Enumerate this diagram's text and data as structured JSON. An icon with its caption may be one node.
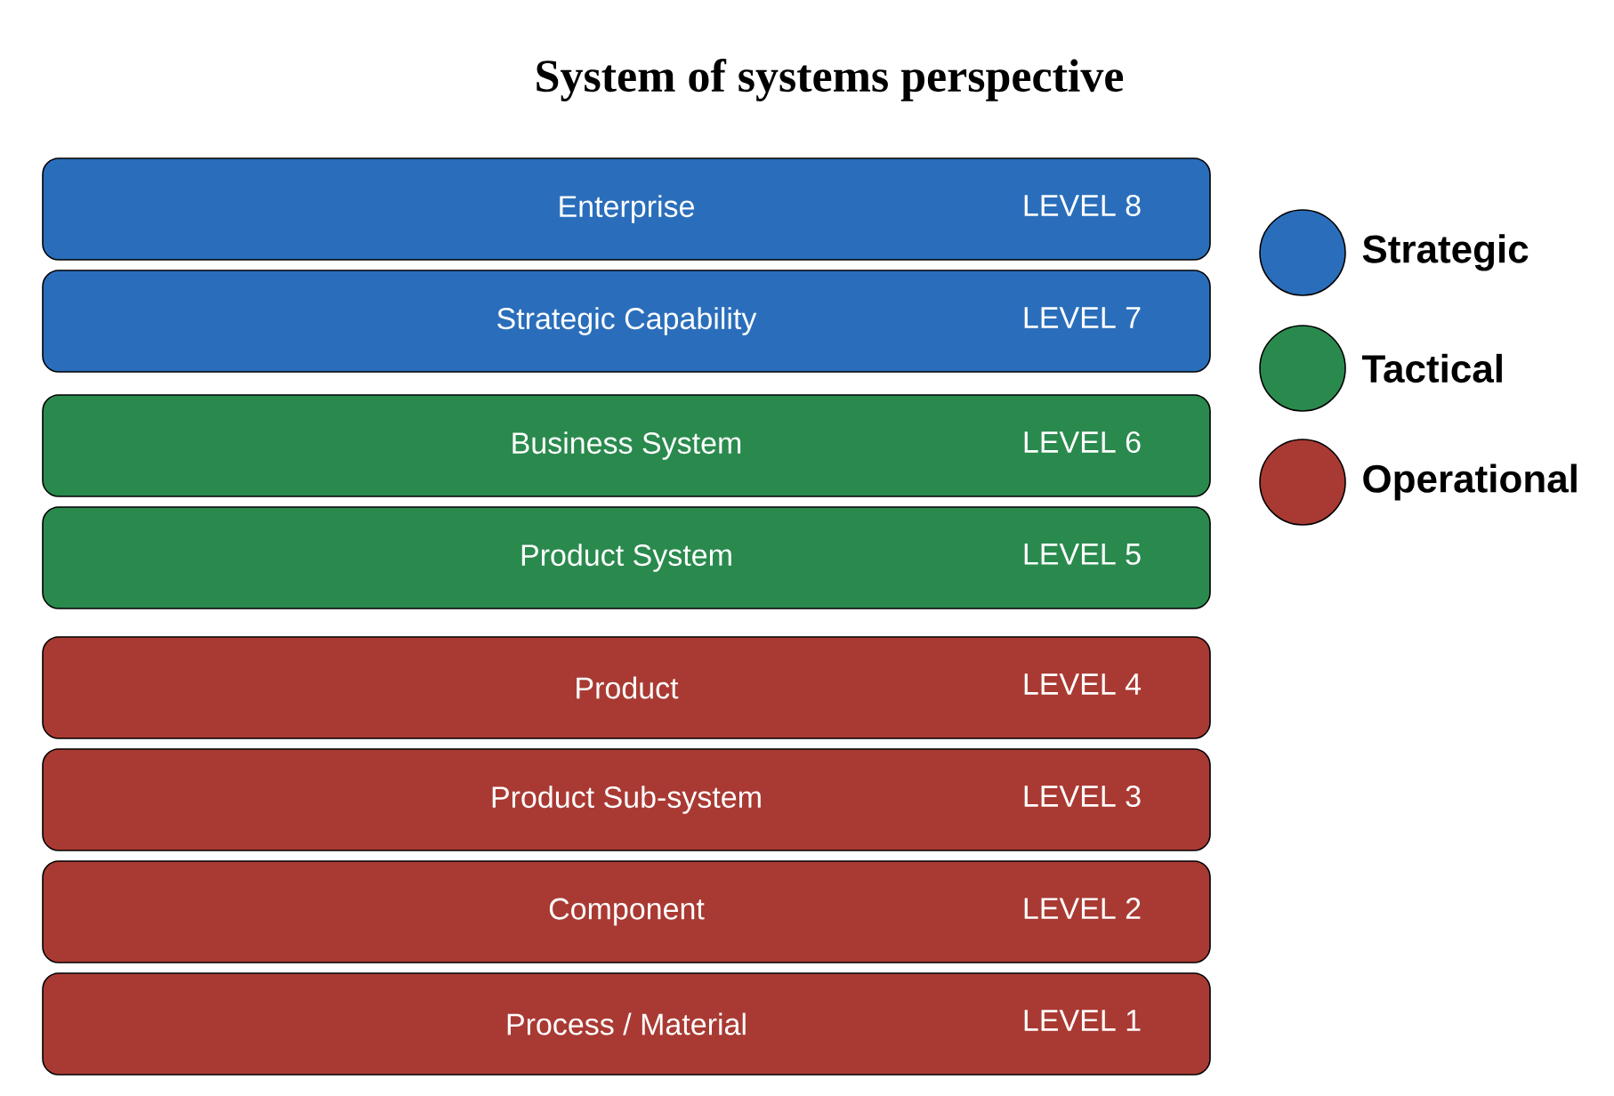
{
  "diagram": {
    "title": "System of systems perspective",
    "nodes": [
      {
        "text": [
          "Enterprise",
          "LEVEL 8"
        ]
      },
      {
        "text": [
          "Strategic Capability",
          "LEVEL 7"
        ]
      },
      {
        "text": [
          "Business System",
          "LEVEL 6"
        ]
      },
      {
        "text": [
          "Product System",
          "LEVEL 5"
        ]
      },
      {
        "text": [
          "Product",
          "LEVEL 4"
        ]
      },
      {
        "text": [
          "Product Sub-system",
          "LEVEL 3"
        ]
      },
      {
        "text": [
          "Component",
          "LEVEL 2"
        ]
      },
      {
        "text": [
          "Process / Material",
          "LEVEL 1"
        ]
      }
    ],
    "legend": [
      {
        "text": "Strategic",
        "color": "#2a6ebb"
      },
      {
        "text": "Tactical",
        "color": "#2a8a4e"
      },
      {
        "text": "Operational",
        "color": "#a93a33"
      }
    ]
  }
}
